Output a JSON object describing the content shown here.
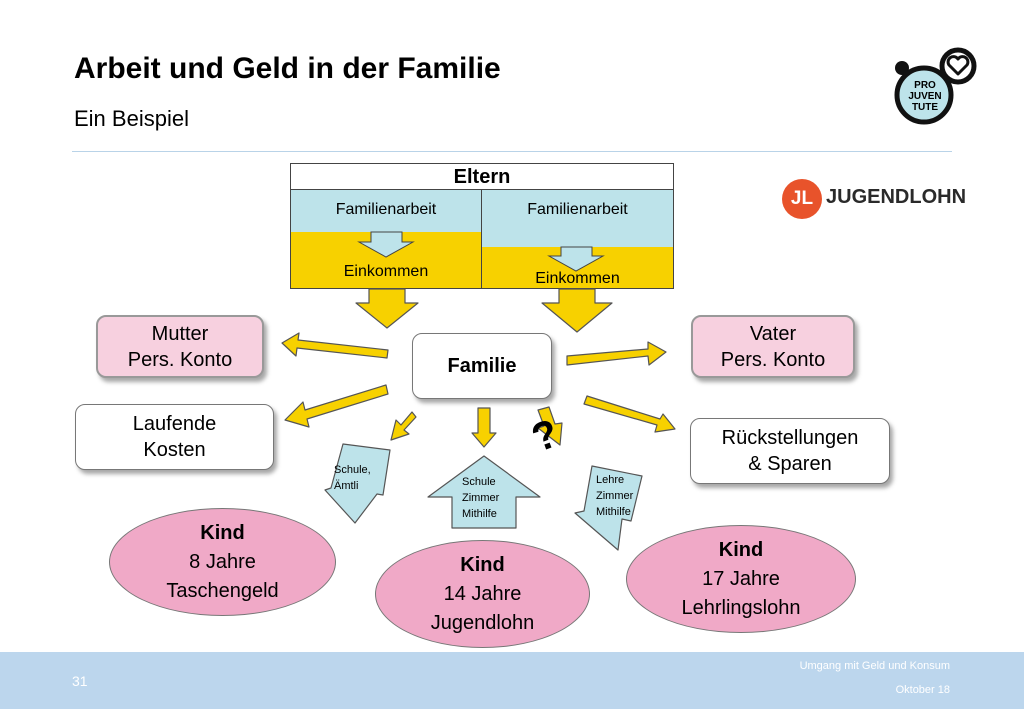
{
  "title": "Arbeit und Geld in der Familie",
  "subtitle": "Ein Beispiel",
  "eltern": {
    "header": "Eltern",
    "left": {
      "work": "Familienarbeit",
      "income": "Einkommen"
    },
    "right": {
      "work": "Familienarbeit",
      "income": "Einkommen"
    }
  },
  "boxes": {
    "mutter": [
      "Mutter",
      "Pers. Konto"
    ],
    "vater": [
      "Vater",
      "Pers. Konto"
    ],
    "familie": "Familie",
    "laufende": [
      "Laufende",
      "Kosten"
    ],
    "rueckstellungen": [
      "Rückstellungen",
      "& Sparen"
    ]
  },
  "question_mark": "?",
  "contributions": {
    "kind8": [
      "Schule,",
      "Ämtli"
    ],
    "kind14": [
      "Schule",
      "Zimmer",
      "Mithilfe"
    ],
    "kind17": [
      "Lehre",
      "Zimmer",
      "Mithilfe"
    ]
  },
  "kinder": {
    "kind8": {
      "title": "Kind",
      "age": "8 Jahre",
      "income": "Taschengeld"
    },
    "kind14": {
      "title": "Kind",
      "age": "14 Jahre",
      "income": "Jugendlohn"
    },
    "kind17": {
      "title": "Kind",
      "age": "17 Jahre",
      "income": "Lehrlingslohn"
    }
  },
  "logos": {
    "pro_juventute": [
      "PRO",
      "JUVEN",
      "TUTE"
    ],
    "jugendlohn_badge": "JL",
    "jugendlohn_text": "JUGENDLOHN"
  },
  "footer": {
    "page": "31",
    "topic": "Umgang mit Geld und Konsum",
    "date": "Oktober 18"
  },
  "colors": {
    "arrow_yellow": "#f7d100",
    "work_blue": "#bde3ea",
    "pink_box": "#f7d0df",
    "kind_pink": "#f0a9c7",
    "footer_blue": "#bcd6ed",
    "jl_orange": "#e8532b"
  }
}
